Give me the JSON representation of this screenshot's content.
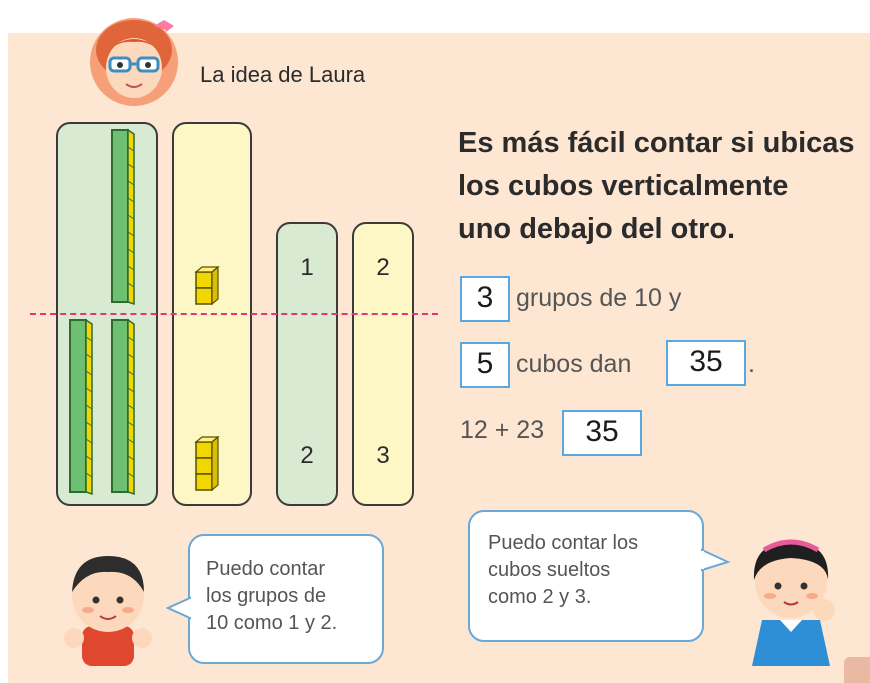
{
  "header": {
    "title": "La idea de Laura"
  },
  "columns": {
    "tens_top": "1",
    "tens_bottom": "2",
    "ones_top": "2",
    "ones_bottom": "3"
  },
  "statement": {
    "line1": "Es más fácil contar si ubicas",
    "line2": "los cubos verticalmente",
    "line3": "uno debajo del otro."
  },
  "exercise": {
    "box1_value": "3",
    "text1": "grupos de 10 y",
    "box2_value": "5",
    "text2": "cubos dan",
    "box3_value": "35",
    "period": ".",
    "equation": "12 + 23",
    "box4_value": "35"
  },
  "bubble_left": {
    "line1": "Puedo contar",
    "line2": "los grupos de",
    "line3": "10 como 1 y 2."
  },
  "bubble_right": {
    "line1": "Puedo contar los",
    "line2": "cubos sueltos",
    "line3": "como 2 y 3."
  },
  "colors": {
    "panel": "#fde6d2",
    "green_column": "#d9ead3",
    "yellow_column": "#fdf7c6",
    "rod_green": "#6fbf73",
    "rod_yellow": "#f2d600",
    "answer_border": "#5aa8e0",
    "divider": "#e6337a"
  },
  "icons": [
    "laura-avatar-icon",
    "boy-icon",
    "girl-icon"
  ]
}
